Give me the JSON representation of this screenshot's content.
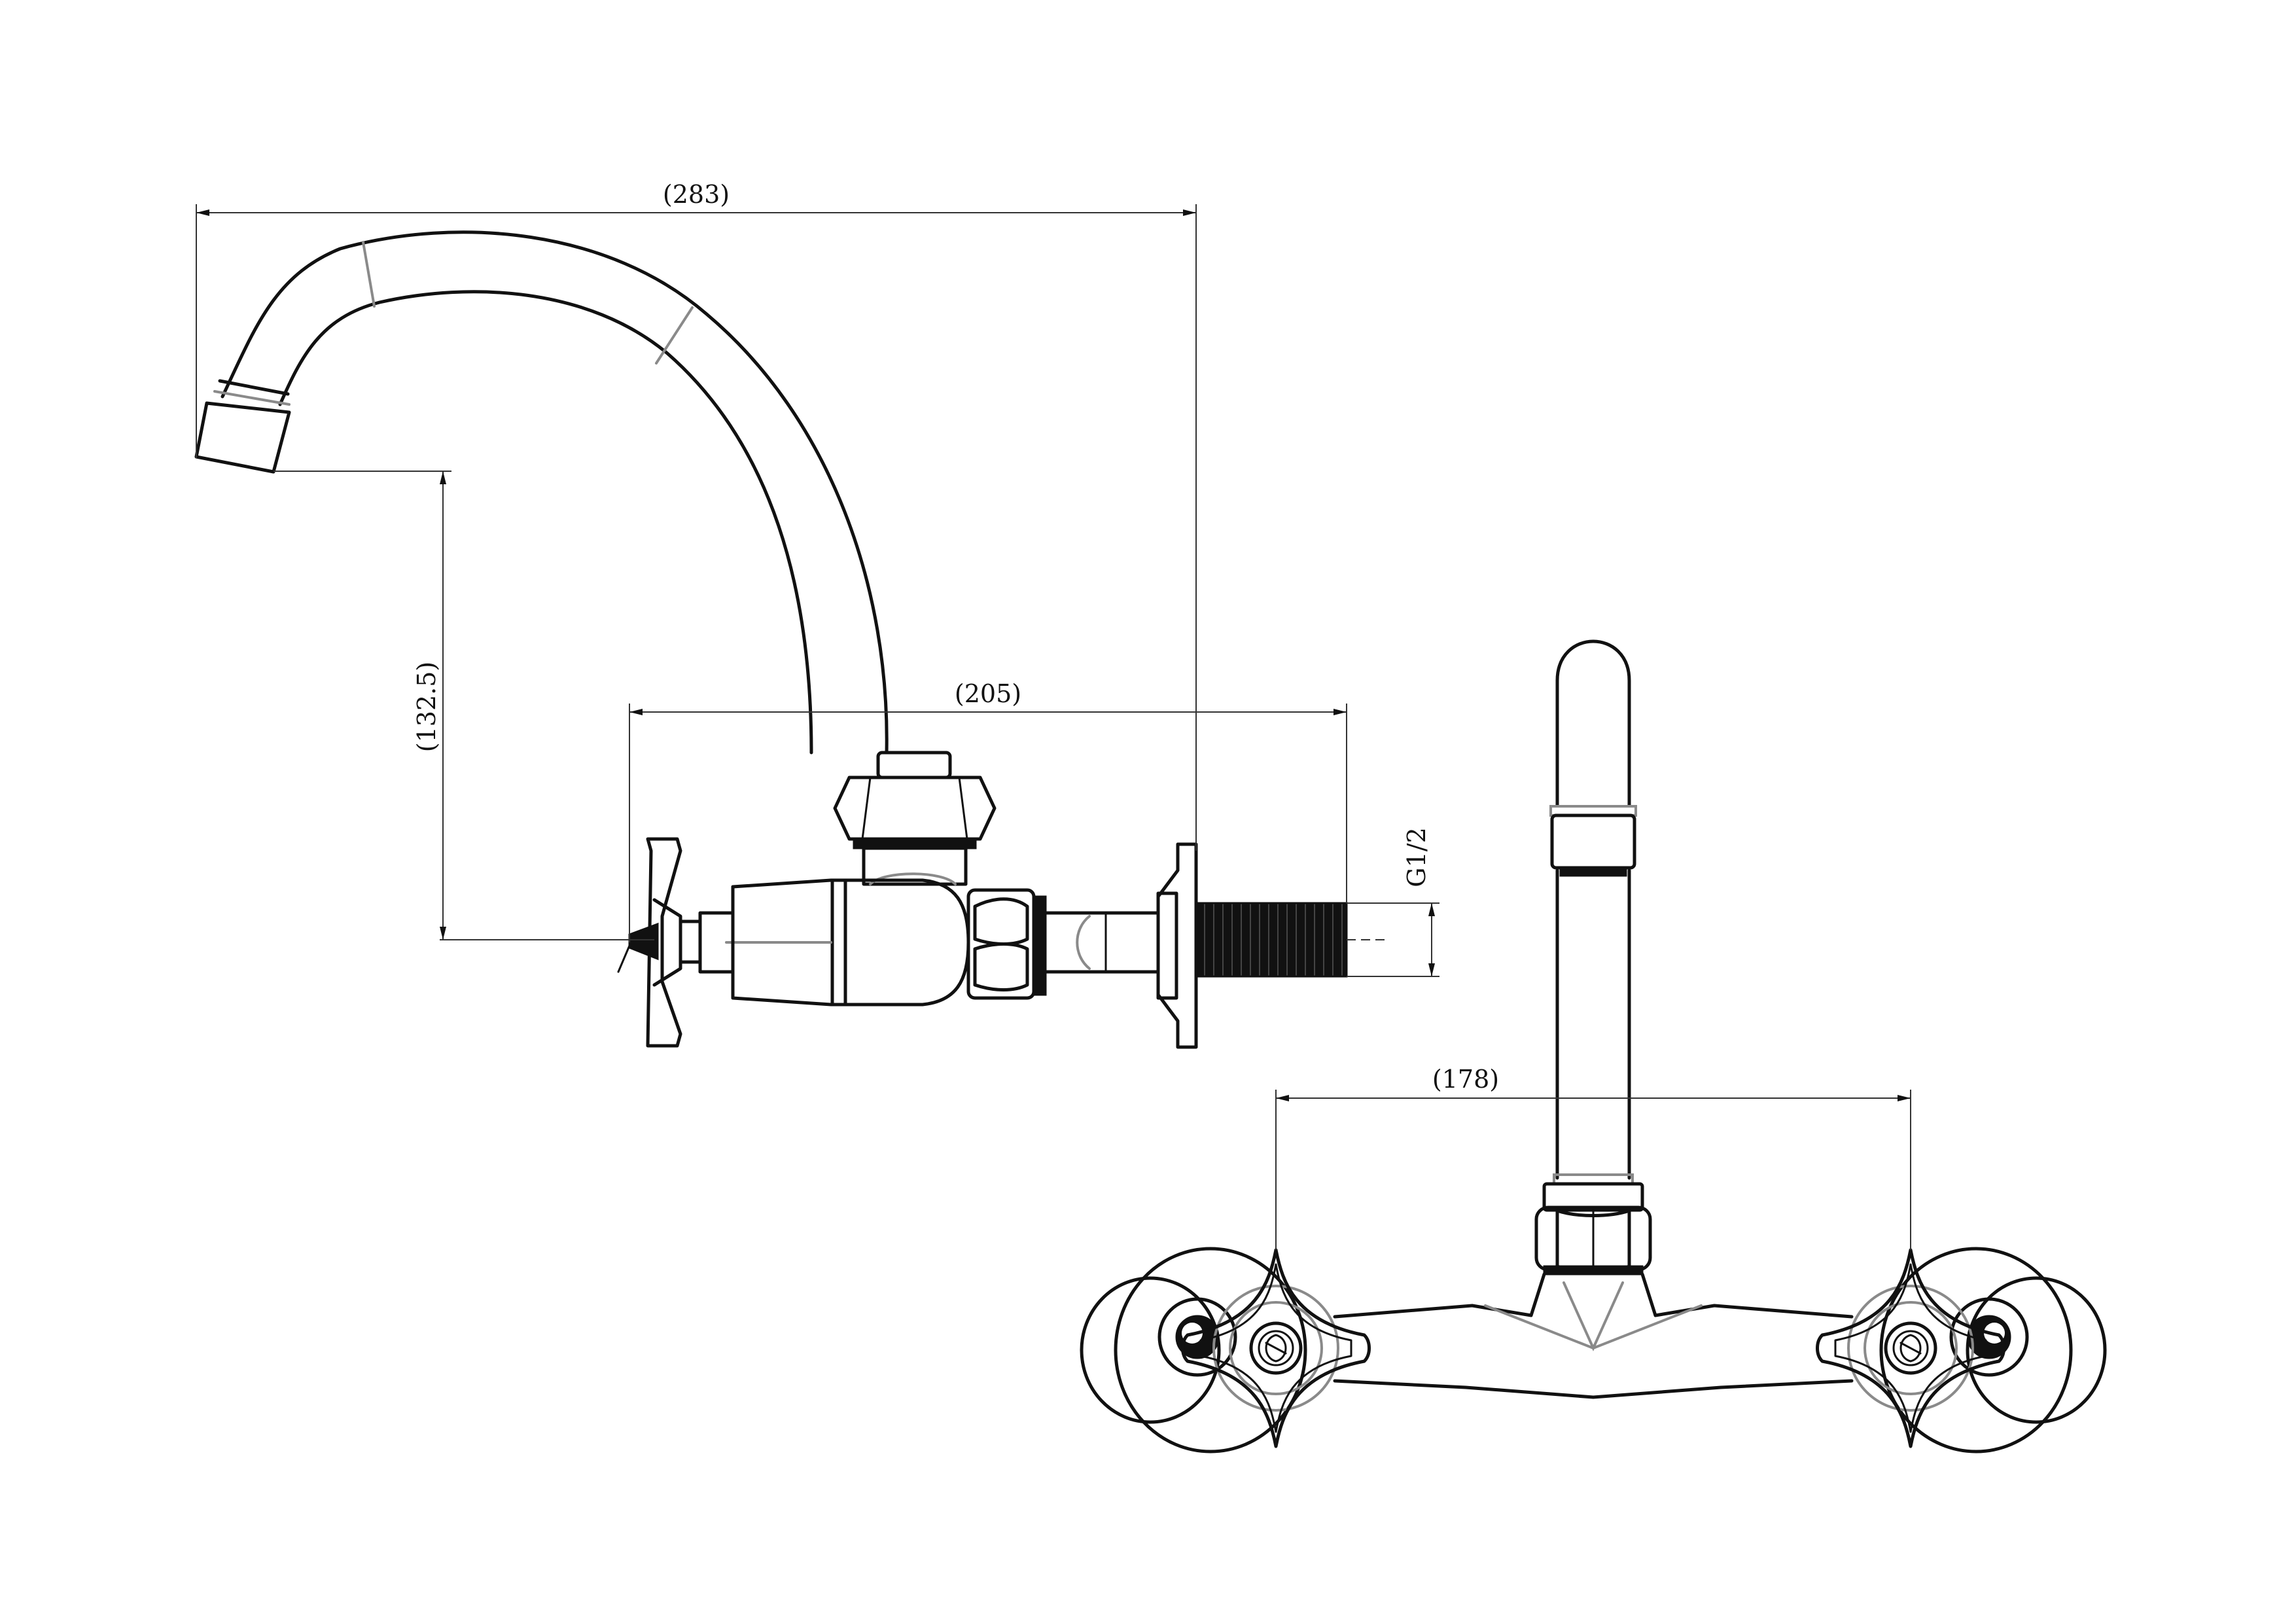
{
  "drawing": {
    "views": [
      "side-view",
      "front-view"
    ],
    "dimensions": {
      "spout_reach": "(283)",
      "body_depth": "(205)",
      "spout_height": "(132.5)",
      "thread_size": "G1/2",
      "center_distance": "(178)"
    },
    "colors": {
      "line": "#111111",
      "hidden_line": "#8a8a8a",
      "background": "#ffffff"
    }
  }
}
